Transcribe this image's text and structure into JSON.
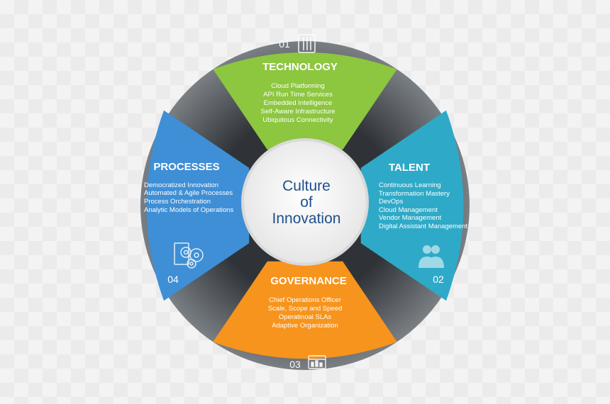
{
  "center": {
    "line1": "Culture",
    "line2": "of",
    "line3": "Innovation"
  },
  "segments": {
    "technology": {
      "number": "01",
      "title": "TECHNOLOGY",
      "items": [
        "Cloud Platforming",
        "API Run Time Services",
        "Embedded Intelligence",
        "Self-Aware Infrastructure",
        "Ubiquitous Connectivity"
      ],
      "color": "#8dc63f",
      "icon": "server-icon"
    },
    "talent": {
      "number": "02",
      "title": "TALENT",
      "items": [
        "Continuous Learning",
        "Transformation Mastery",
        "DevOps",
        "Cloud Management",
        "Vendor Management",
        "Digital Assistant Management"
      ],
      "color": "#2eaac8",
      "icon": "people-icon"
    },
    "governance": {
      "number": "03",
      "title": "GOVERNANCE",
      "items": [
        "Chief Operations Officer",
        "Scale, Scope and Speed",
        "Operatinoal SLAs",
        "Adaptive Organization"
      ],
      "color": "#f7941d",
      "icon": "dashboard-icon"
    },
    "processes": {
      "number": "04",
      "title": "PROCESSES",
      "items": [
        "Democratized Innovation",
        "Automated & Agile Processes",
        "Process Orchestration",
        "Analytic Models of Operations"
      ],
      "color": "#3e8fd6",
      "icon": "gears-icon"
    }
  },
  "colors": {
    "ring": "#5b6064",
    "center_fill": "#f2f2f2",
    "center_text": "#1f4f8a"
  }
}
